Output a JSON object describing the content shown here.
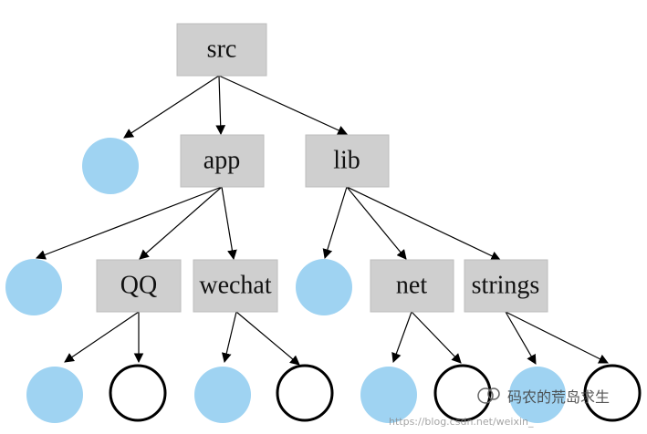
{
  "tree": {
    "root_label": "src",
    "nodes": {
      "app": "app",
      "lib": "lib",
      "qq": "QQ",
      "wechat": "wechat",
      "net": "net",
      "strings": "strings"
    }
  },
  "colors": {
    "box_fill": "#cfcfcf",
    "file_node": "#9fd3f2",
    "edge": "#000000"
  },
  "watermark": {
    "brand": "码农的荒岛求生",
    "url": "https://blog.csdn.net/weixin_"
  }
}
